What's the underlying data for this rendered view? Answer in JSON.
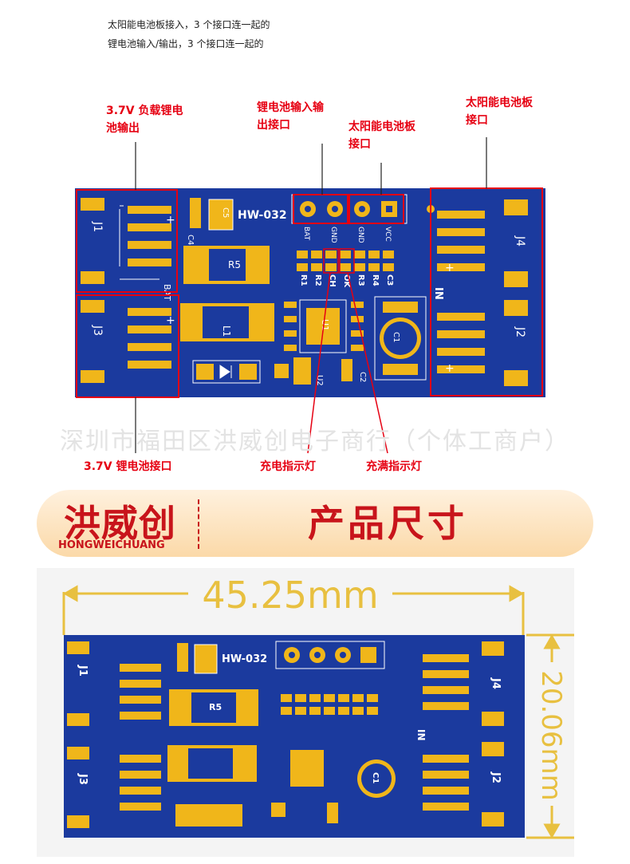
{
  "notes": {
    "line1": "太阳能电池板接入，3 个接口连一起的",
    "line2": "锂电池输入/输出，3 个接口连一起的"
  },
  "callouts": {
    "load_output": [
      "3.7V 负载锂电",
      "池输出"
    ],
    "li_io": [
      "锂电池输入输",
      "出接口"
    ],
    "solar_small": [
      "太阳能电池板",
      "接口"
    ],
    "solar_right": [
      "太阳能电池板",
      "接口"
    ],
    "battery_port": "3.7V 锂电池接口",
    "charging_led": "充电指示灯",
    "full_led": "充满指示灯"
  },
  "watermark": "深圳市福田区洪威创电子商行（个体工商户）",
  "banner": {
    "brand_cn": "洪威创",
    "brand_en": "HONGWEICHUANG",
    "title": "产品尺寸"
  },
  "board": {
    "model": "HW-032",
    "pins": [
      "BAT",
      "GND",
      "GND",
      "VCC"
    ],
    "resistor_labels": [
      "R1",
      "R2",
      "CH",
      "OK",
      "R3",
      "R4",
      "C3"
    ],
    "components": {
      "c5": "C5",
      "c4": "C4",
      "r5": "R5",
      "l1": "L1",
      "u1": "U1",
      "u2": "U2",
      "c1": "C1",
      "c2": "C2",
      "j1": "J1",
      "j2": "J2",
      "j3": "J3",
      "j4": "J4",
      "bat": "BAT",
      "in": "IN",
      "plus": "+",
      "minus": "-"
    }
  },
  "dimensions": {
    "width": "45.25mm",
    "height": "20.06mm"
  },
  "colors": {
    "pcb": "#1b3a9e",
    "gold": "#f0b61a",
    "callout": "#e60012",
    "banner_text": "#c8141b"
  }
}
